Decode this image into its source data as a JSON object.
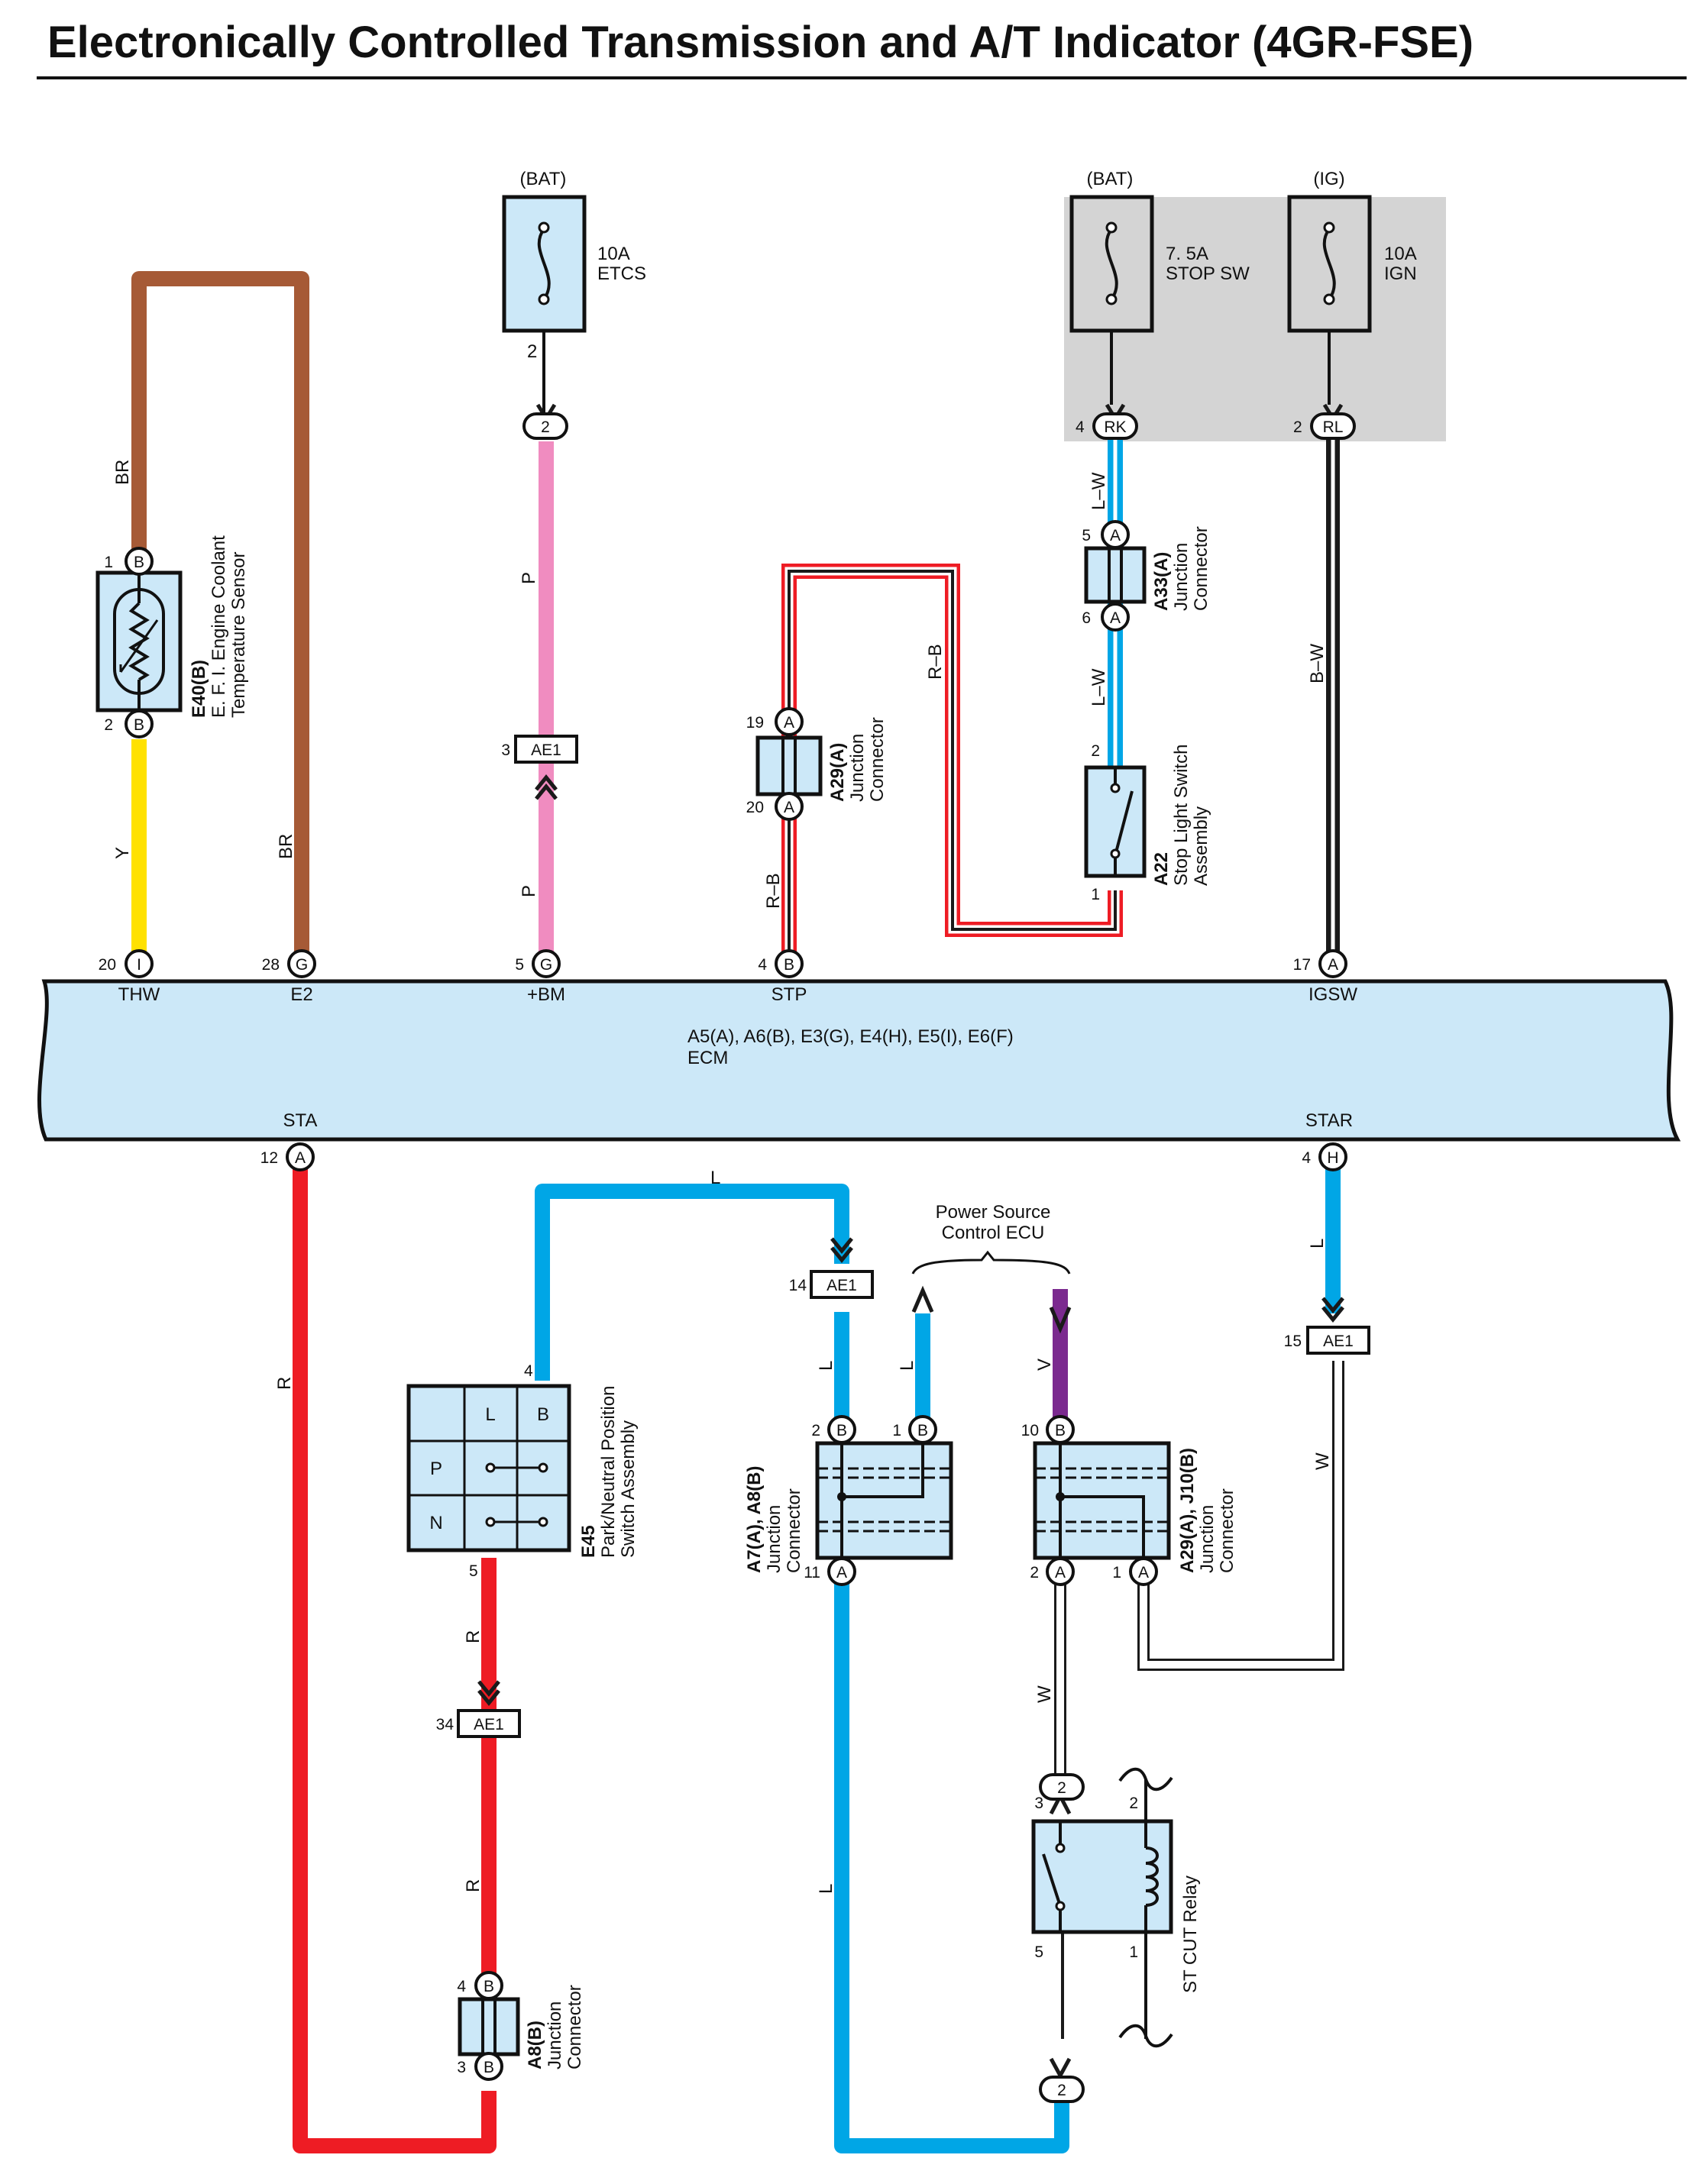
{
  "title": "Electronically Controlled Transmission and A/T Indicator (4GR-FSE)",
  "colors": {
    "BR": "#a65a36",
    "Y": "#ffe100",
    "P": "#f08cc0",
    "R": "#ee1c24",
    "B": "#1a1a1a",
    "L": "#00a6e6",
    "V": "#7b2a8f",
    "W": "#ffffff",
    "component_fill": "#cce8f8",
    "fuse_group": "#d4d4d4",
    "outline": "#111111"
  },
  "fuses": [
    {
      "source": "(BAT)",
      "rating": "10A",
      "name": "ETCS",
      "pin": "2",
      "conn_pin": "2"
    },
    {
      "source": "(BAT)",
      "rating": "7. 5A",
      "name": "STOP SW",
      "pin": "4",
      "conn": "RK"
    },
    {
      "source": "(IG)",
      "rating": "10A",
      "name": "IGN",
      "pin": "2",
      "conn": "RL"
    }
  ],
  "ecm": {
    "connectors": "A5(A), A6(B), E3(G), E4(H), E5(I), E6(F)",
    "name": "ECM",
    "top_pins": [
      {
        "num": "20",
        "conn": "I",
        "label": "THW"
      },
      {
        "num": "28",
        "conn": "G",
        "label": "E2"
      },
      {
        "num": "5",
        "conn": "G",
        "label": "+BM"
      },
      {
        "num": "4",
        "conn": "B",
        "label": "STP"
      },
      {
        "num": "17",
        "conn": "A",
        "label": "IGSW"
      }
    ],
    "bottom_pins": [
      {
        "num": "12",
        "conn": "A",
        "label": "STA"
      },
      {
        "num": "4",
        "conn": "H",
        "label": "STAR"
      }
    ]
  },
  "components": {
    "e40": {
      "code": "E40(B)",
      "desc1": "E. F. I.  Engine Coolant",
      "desc2": "Temperature Sensor",
      "pin_top": "1",
      "pin_bot": "2",
      "conn": "B"
    },
    "a29_top": {
      "code": "A29(A)",
      "desc1": "Junction",
      "desc2": "Connector",
      "pin_top": "19",
      "pin_bot": "20",
      "conn": "A"
    },
    "a33": {
      "code": "A33(A)",
      "desc1": "Junction",
      "desc2": "Connector",
      "pin_top": "5",
      "pin_bot": "6",
      "conn": "A"
    },
    "a22": {
      "code": "A22",
      "desc1": "Stop Light Switch",
      "desc2": "Assembly",
      "pin_top": "2",
      "pin_bot": "1"
    },
    "e45": {
      "code": "E45",
      "desc1": "Park/Neutral Position",
      "desc2": "Switch Assembly",
      "pin_top": "4",
      "pin_bot": "5",
      "grid": [
        "L",
        "B",
        "P",
        "N"
      ]
    },
    "a8_bottom": {
      "code": "A8(B)",
      "desc1": "Junction",
      "desc2": "Connector",
      "pin_top": "4",
      "pin_bot": "3",
      "conn": "B"
    },
    "a7a8": {
      "code": "A7(A), A8(B)",
      "desc1": "Junction",
      "desc2": "Connector",
      "pins": [
        "2",
        "1",
        "11"
      ],
      "conns": [
        "B",
        "B",
        "A"
      ]
    },
    "a29j10": {
      "code": "A29(A), J10(B)",
      "desc1": "Junction",
      "desc2": "Connector",
      "pins": [
        "10",
        "2",
        "1"
      ],
      "conns": [
        "B",
        "A",
        "A"
      ]
    },
    "st_cut": {
      "name": "ST CUT Relay",
      "pins": [
        "3",
        "2",
        "5",
        "1"
      ],
      "conn_top": "2",
      "conn_bot": "2"
    },
    "pscu": {
      "line1": "Power Source",
      "line2": "Control ECU"
    }
  },
  "ae1": [
    {
      "pin": "3",
      "label": "AE1"
    },
    {
      "pin": "14",
      "label": "AE1"
    },
    {
      "pin": "15",
      "label": "AE1"
    },
    {
      "pin": "34",
      "label": "AE1"
    }
  ],
  "wire_labels": {
    "br": "BR",
    "y": "Y",
    "p": "P",
    "rb": "R–B",
    "lw": "L–W",
    "bw": "B–W",
    "r": "R",
    "l": "L",
    "v": "V",
    "w": "W"
  }
}
